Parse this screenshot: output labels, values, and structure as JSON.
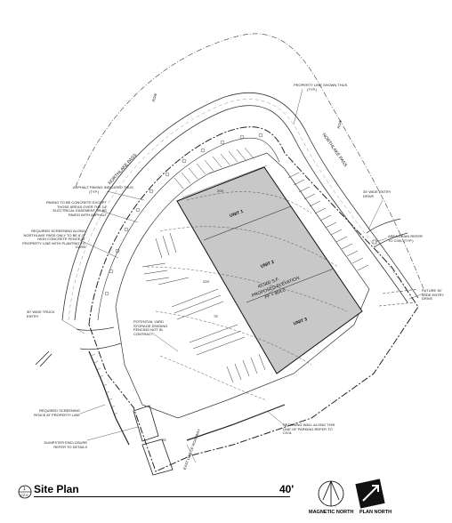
{
  "sheet": {
    "title": "Site Plan",
    "title_number": "1",
    "title_ref": "C2.0",
    "scale": "40'"
  },
  "roads": {
    "road_name": "NORTHLAKE PASS",
    "row_label": "ROW"
  },
  "building": {
    "units": [
      "UNIT 1",
      "UNIT 2",
      "UNIT 3"
    ],
    "area": "45,000 S.F.",
    "elevation_label": "PROPOSED ELEVATION",
    "ff": "FF = 804.0"
  },
  "callouts": {
    "property_line": "PROPERTY LINE SHOWN THUS",
    "property_line_typ": "(TYP.)",
    "asphalt": "ASPHALT PAVING INDICATED THUS",
    "asphalt_typ": "(TYP.)",
    "concrete": "PAVING TO BE CONCRETE EXCEPT THOSE AREAS OVER THE 14' ELECTRICAL EASEMENT TO BE PAVED WITH ASPHALT",
    "screening_northlake": "REQUIRED SCREENING ALONG NORTHLAKE PASS ONLY TO BE 6'-0\" HIGH CONCRETE FENCE AT PROPERTY LINE WITH PLANTING TO CURB",
    "entry_30_east": "30' WIDE ENTRY DRIVE",
    "area_drain": "AREA DRAIN REFER TO CIVIL",
    "area_drain_typ": "(TYP.)",
    "future_entry": "FUTURE 30' WIDE ENTRY DRIVE",
    "truck_entry": "30' WIDE TRUCK ENTRY",
    "yard_storage": "POTENTIAL YARD STORAGE DIVIDING FENCING NOT IN CONTRACT",
    "screening_fence": "REQUIRED SCREENING FENCE AT PROPERTY LINE",
    "dumpster": "DUMPSTER ENCLOSURE REFER TO DETAILS",
    "retaining_wall": "RETAINING WALL ALONG THIS LINE OF PARKING REFER TO CIVIL",
    "east_line": "EAST LINE OF ROADWAY",
    "dim_1": "200'",
    "dim_2": "225'",
    "dim_3": "75'",
    "dim_4": "25'"
  },
  "north": {
    "magnetic": "MAGNETIC NORTH",
    "plan": "PLAN NORTH"
  }
}
